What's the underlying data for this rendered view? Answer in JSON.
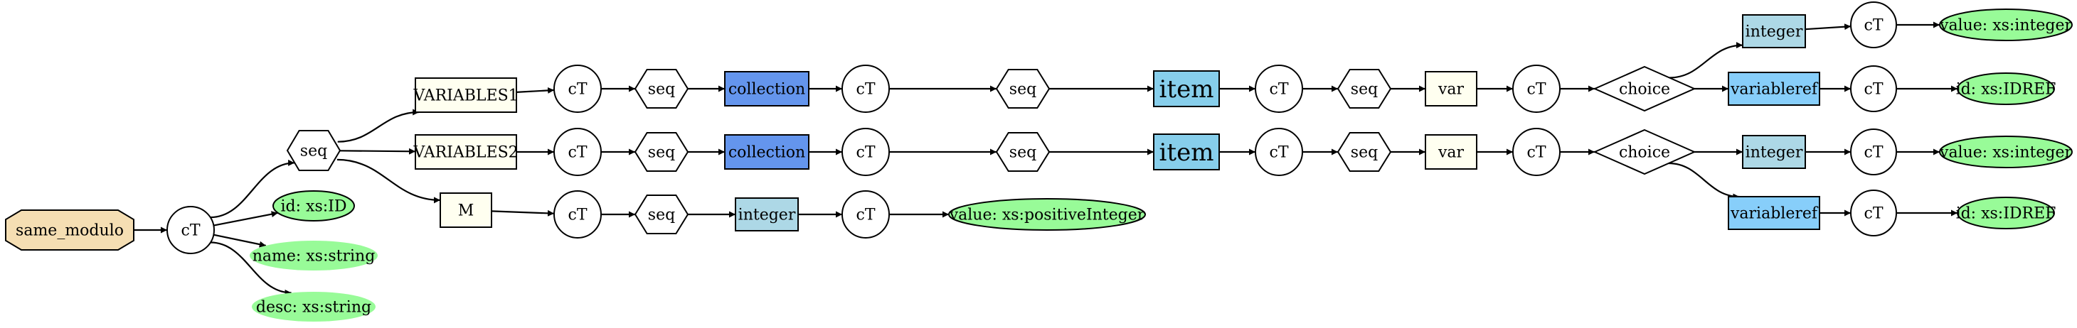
{
  "diagram": {
    "colors": {
      "root_fill": "#f5deb3",
      "element_fill": "#fffff0",
      "collection_fill": "#6495ed",
      "item_fill": "#87ceeb",
      "integer_fill": "#add8e6",
      "variableref_fill": "#87cefa",
      "attribute_fill": "#98fb98",
      "edge": "#000000"
    },
    "nodes": {
      "root": "same_modulo",
      "ct_root": "cT",
      "seq_root": "seq",
      "attr_id": "id: xs:ID",
      "attr_name": "name: xs:string",
      "attr_desc": "desc: xs:string",
      "variables1": "VARIABLES1",
      "ct_v1": "cT",
      "seq_v1": "seq",
      "collection_v1": "collection",
      "ct_coll1": "cT",
      "seq_coll1": "seq",
      "item_v1": "item",
      "ct_item1": "cT",
      "seq_item1": "seq",
      "var_v1": "var",
      "ct_var1": "cT",
      "choice_v1": "choice",
      "integer_v1": "integer",
      "ct_int1": "cT",
      "value_int1": "value: xs:integer",
      "variableref_v1": "variableref",
      "ct_vref1": "cT",
      "id_vref1": "id: xs:IDREF",
      "variables2": "VARIABLES2",
      "ct_v2": "cT",
      "seq_v2": "seq",
      "collection_v2": "collection",
      "ct_coll2": "cT",
      "seq_coll2": "seq",
      "item_v2": "item",
      "ct_item2": "cT",
      "seq_item2": "seq",
      "var_v2": "var",
      "ct_var2": "cT",
      "choice_v2": "choice",
      "integer_v2": "integer",
      "ct_int2": "cT",
      "value_int2": "value: xs:integer",
      "variableref_v2": "variableref",
      "ct_vref2": "cT",
      "id_vref2": "id: xs:IDREF",
      "m": "M",
      "ct_m": "cT",
      "seq_m": "seq",
      "integer_m": "integer",
      "ct_int_m": "cT",
      "value_m": "value: xs:positiveInteger"
    },
    "edges": [
      [
        "root",
        "ct_root"
      ],
      [
        "ct_root",
        "seq_root"
      ],
      [
        "ct_root",
        "attr_id"
      ],
      [
        "ct_root",
        "attr_name"
      ],
      [
        "ct_root",
        "attr_desc"
      ],
      [
        "seq_root",
        "variables1"
      ],
      [
        "seq_root",
        "variables2"
      ],
      [
        "seq_root",
        "m"
      ],
      [
        "variables1",
        "ct_v1"
      ],
      [
        "ct_v1",
        "seq_v1"
      ],
      [
        "seq_v1",
        "collection_v1"
      ],
      [
        "collection_v1",
        "ct_coll1"
      ],
      [
        "ct_coll1",
        "seq_coll1"
      ],
      [
        "seq_coll1",
        "item_v1"
      ],
      [
        "item_v1",
        "ct_item1"
      ],
      [
        "ct_item1",
        "seq_item1"
      ],
      [
        "seq_item1",
        "var_v1"
      ],
      [
        "var_v1",
        "ct_var1"
      ],
      [
        "ct_var1",
        "choice_v1"
      ],
      [
        "choice_v1",
        "integer_v1"
      ],
      [
        "choice_v1",
        "variableref_v1"
      ],
      [
        "integer_v1",
        "ct_int1"
      ],
      [
        "ct_int1",
        "value_int1"
      ],
      [
        "variableref_v1",
        "ct_vref1"
      ],
      [
        "ct_vref1",
        "id_vref1"
      ],
      [
        "variables2",
        "ct_v2"
      ],
      [
        "ct_v2",
        "seq_v2"
      ],
      [
        "seq_v2",
        "collection_v2"
      ],
      [
        "collection_v2",
        "ct_coll2"
      ],
      [
        "ct_coll2",
        "seq_coll2"
      ],
      [
        "seq_coll2",
        "item_v2"
      ],
      [
        "item_v2",
        "ct_item2"
      ],
      [
        "ct_item2",
        "seq_item2"
      ],
      [
        "seq_item2",
        "var_v2"
      ],
      [
        "var_v2",
        "ct_var2"
      ],
      [
        "ct_var2",
        "choice_v2"
      ],
      [
        "choice_v2",
        "integer_v2"
      ],
      [
        "choice_v2",
        "variableref_v2"
      ],
      [
        "integer_v2",
        "ct_int2"
      ],
      [
        "ct_int2",
        "value_int2"
      ],
      [
        "variableref_v2",
        "ct_vref2"
      ],
      [
        "ct_vref2",
        "id_vref2"
      ],
      [
        "m",
        "ct_m"
      ],
      [
        "ct_m",
        "seq_m"
      ],
      [
        "seq_m",
        "integer_m"
      ],
      [
        "integer_m",
        "ct_int_m"
      ],
      [
        "ct_int_m",
        "value_m"
      ]
    ]
  }
}
